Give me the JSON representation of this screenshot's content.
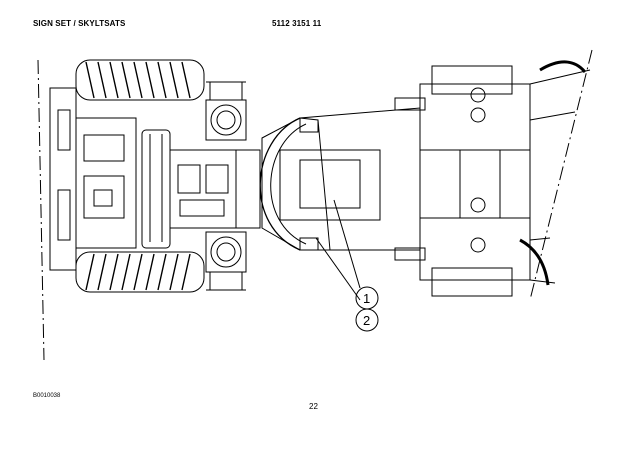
{
  "header": {
    "title_left": "SIGN SET / SKYLTSATS",
    "part_number": "5112 3151 11"
  },
  "drawing": {
    "callouts": [
      "1",
      "2"
    ]
  },
  "footer": {
    "figure_id": "B0010038",
    "page_number": "22"
  }
}
